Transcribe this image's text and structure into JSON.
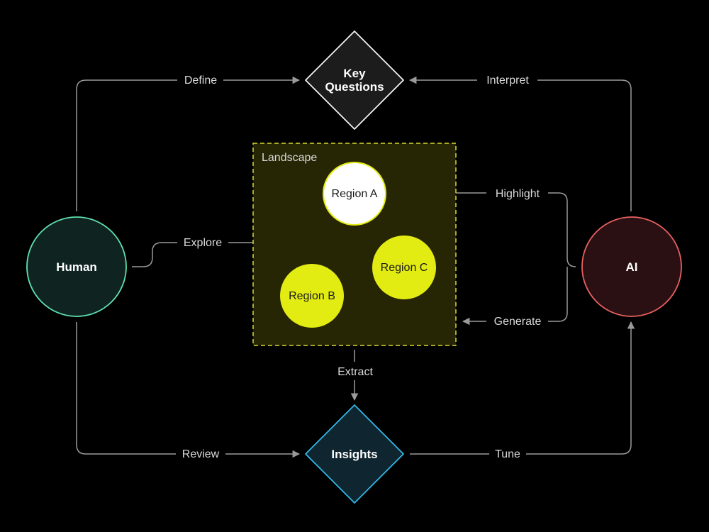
{
  "colors": {
    "background": "#000000",
    "connector": "#9a9a9a",
    "human_stroke": "#5fe0b0",
    "human_fill": "#0f2320",
    "ai_stroke": "#e86060",
    "ai_fill": "#2a1012",
    "key_questions_fill": "#1c1c1c",
    "insights_fill": "#0f2630",
    "insights_stroke": "#2fb8e6",
    "landscape_stroke": "#d8d832",
    "landscape_fill": "#262605",
    "region_yellow": "#e3ec12",
    "region_white": "#ffffff"
  },
  "nodes": {
    "human": "Human",
    "ai": "AI",
    "key_questions": [
      "Key",
      "Questions"
    ],
    "insights": "Insights"
  },
  "landscape": {
    "title": "Landscape",
    "regions": {
      "a": "Region A",
      "b": "Region B",
      "c": "Region C"
    }
  },
  "edges": {
    "define": "Define",
    "interpret": "Interpret",
    "explore": "Explore",
    "highlight": "Highlight",
    "generate": "Generate",
    "extract": "Extract",
    "review": "Review",
    "tune": "Tune"
  }
}
